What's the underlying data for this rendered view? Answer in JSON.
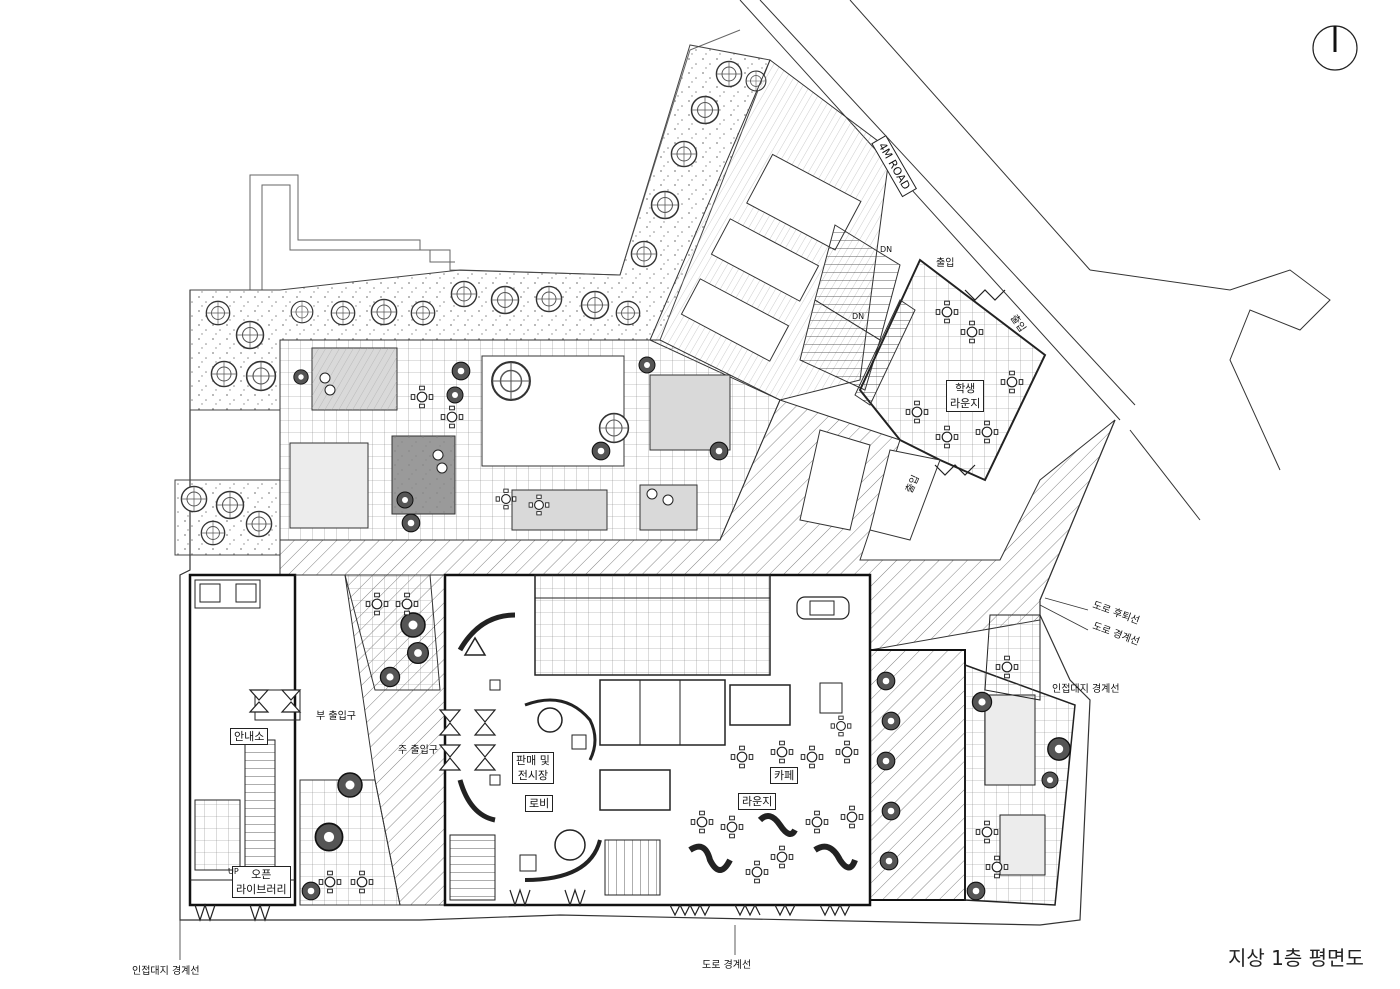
{
  "plan": {
    "title": "지상 1층 평면도",
    "road_label": "4M ROAD",
    "north_marker": "north-arrow"
  },
  "rooms": {
    "info_desk": "안내소",
    "open_library": "오픈\n라이브러리",
    "sales_exhibit": "판매 및\n전시장",
    "lobby": "로비",
    "cafe": "카페",
    "lounge": "라운지",
    "student_lounge": "학생\n라운지"
  },
  "entrances": {
    "sub_entrance": "부 출입구",
    "main_entrance": "주 출입구",
    "entry_top": "출입",
    "entry_right": "출입",
    "entry_bottom": "출입"
  },
  "stairs": {
    "dn1": "DN",
    "dn2": "DN",
    "up": "UP"
  },
  "boundaries": {
    "road_setback": "도로 후퇴선",
    "road_boundary": "도로 경계선",
    "adjacent_right": "인접대지 경계선",
    "adjacent_bottom_left": "인접대지 경계선",
    "road_boundary_bottom": "도로 경계선"
  },
  "colors": {
    "line": "#222222",
    "hatch": "#555555",
    "paving_gray": "#d9d9d9",
    "dark_gray": "#9a9a9a"
  }
}
